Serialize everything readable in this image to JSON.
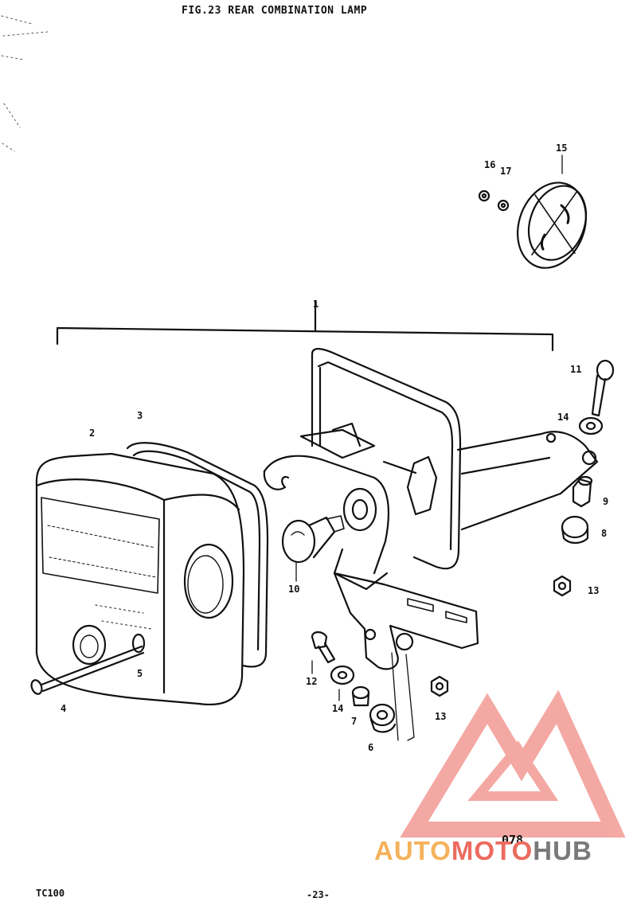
{
  "title": "FIG.23  REAR COMBINATION LAMP",
  "part_numbers": [
    "1",
    "2",
    "3",
    "4",
    "5",
    "6",
    "7",
    "8",
    "9",
    "10",
    "11",
    "12",
    "13",
    "13",
    "14",
    "14",
    "15",
    "16",
    "17"
  ],
  "footer": {
    "model": "TC100",
    "page": "-23-",
    "code": "078"
  },
  "watermark": {
    "text_a": "AUTO",
    "text_b": "MOTO",
    "text_c": "HUB",
    "colors": {
      "a": "#f4b25b",
      "b": "#ec6b5f",
      "c": "#7a7a7a",
      "triangle": "#f39a93"
    }
  }
}
